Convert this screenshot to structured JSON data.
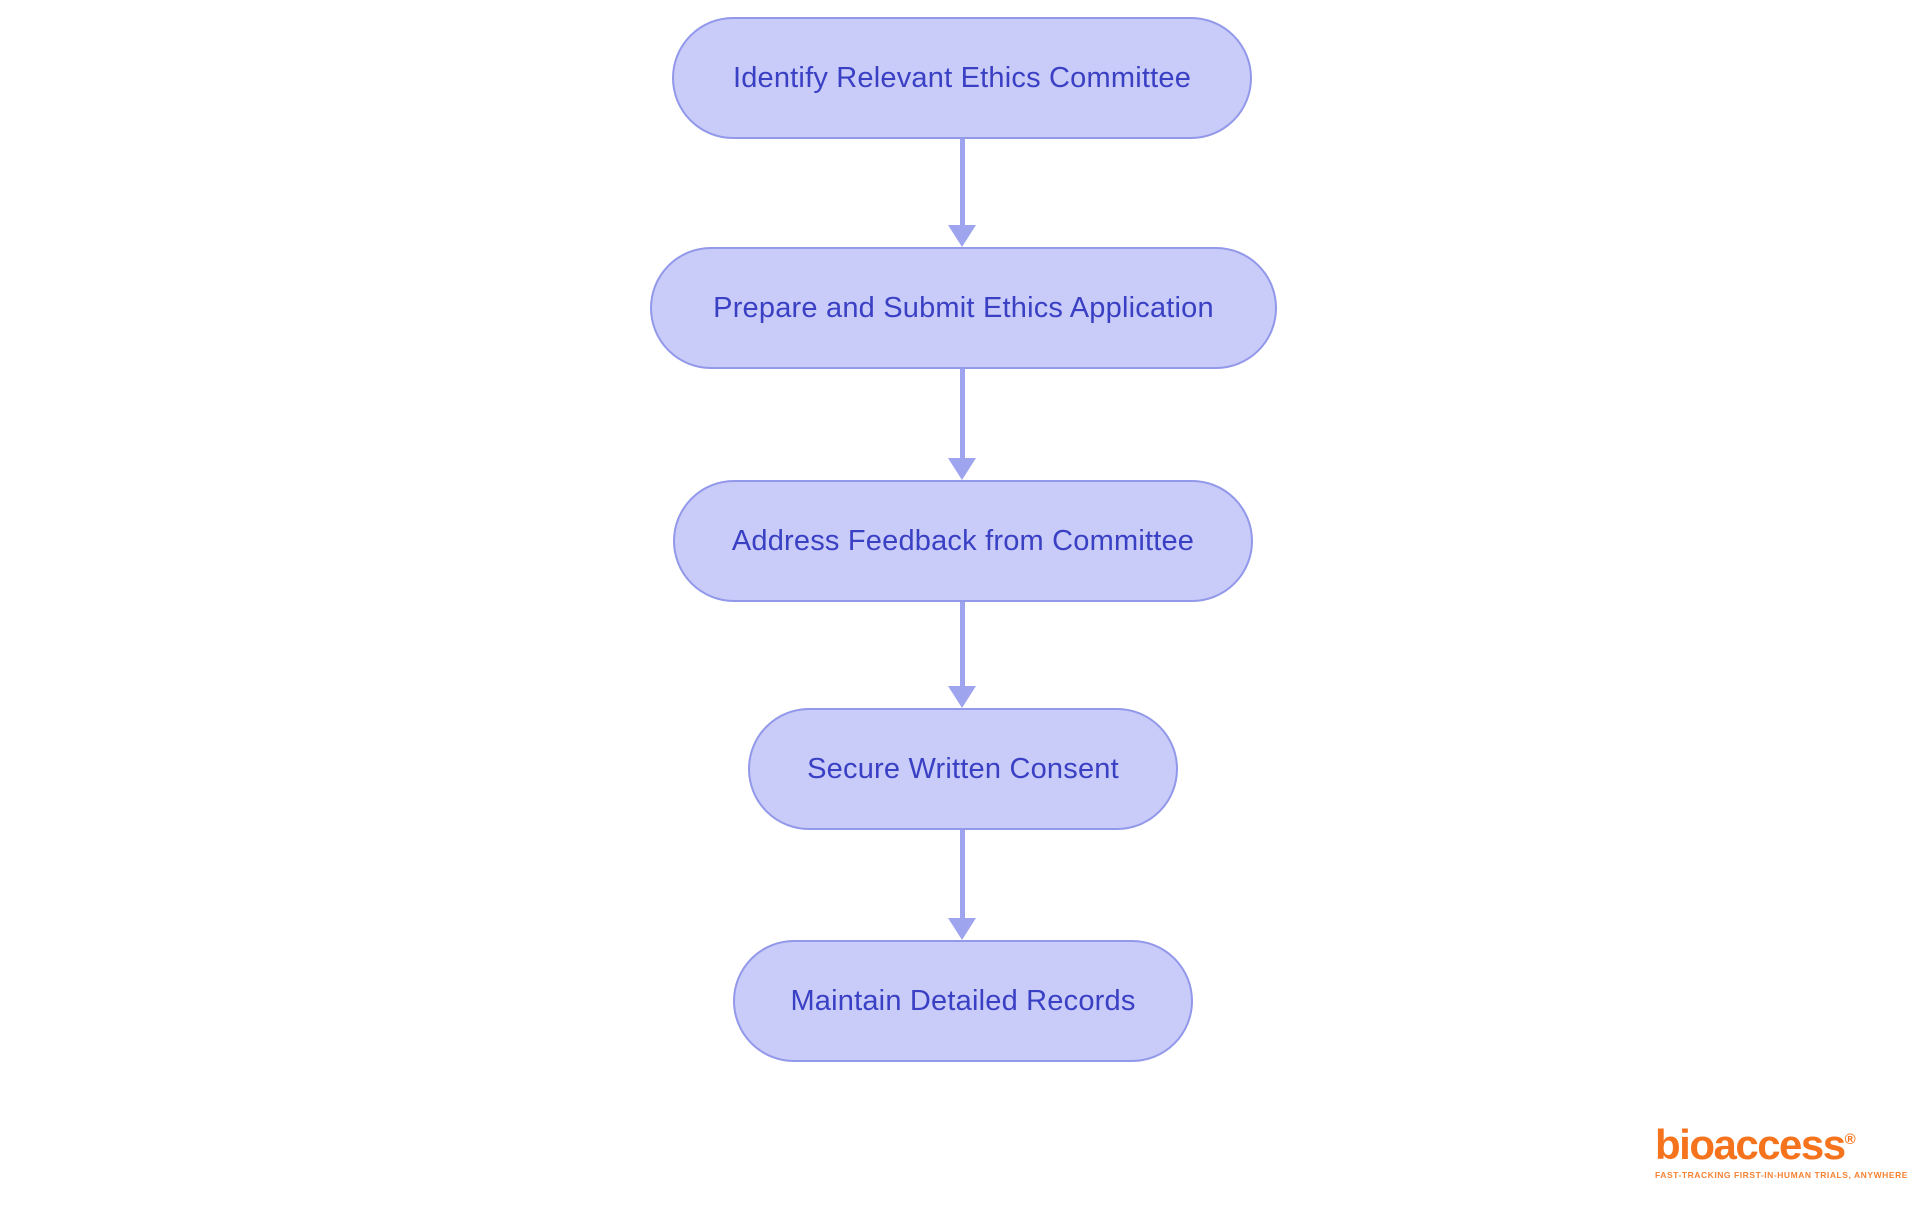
{
  "flowchart": {
    "type": "vertical-process-flow",
    "direction": "top-down",
    "nodes": [
      {
        "label": "Identify Relevant Ethics Committee"
      },
      {
        "label": "Prepare and Submit Ethics Application"
      },
      {
        "label": "Address Feedback from Committee"
      },
      {
        "label": "Secure Written Consent"
      },
      {
        "label": "Maintain Detailed Records"
      }
    ],
    "edges": [
      {
        "from": 0,
        "to": 1
      },
      {
        "from": 1,
        "to": 2
      },
      {
        "from": 2,
        "to": 3
      },
      {
        "from": 3,
        "to": 4
      }
    ],
    "colors": {
      "node_fill": "#C9CBF8",
      "node_border": "#9298EA",
      "node_text": "#3A40C4",
      "arrow": "#9EA4EE",
      "background": "#FFFFFF"
    }
  },
  "logo": {
    "brand": "bioaccess",
    "registered": "®",
    "tagline": "FAST-TRACKING FIRST-IN-HUMAN TRIALS, ANYWHERE",
    "brand_color": "#F5731D"
  }
}
